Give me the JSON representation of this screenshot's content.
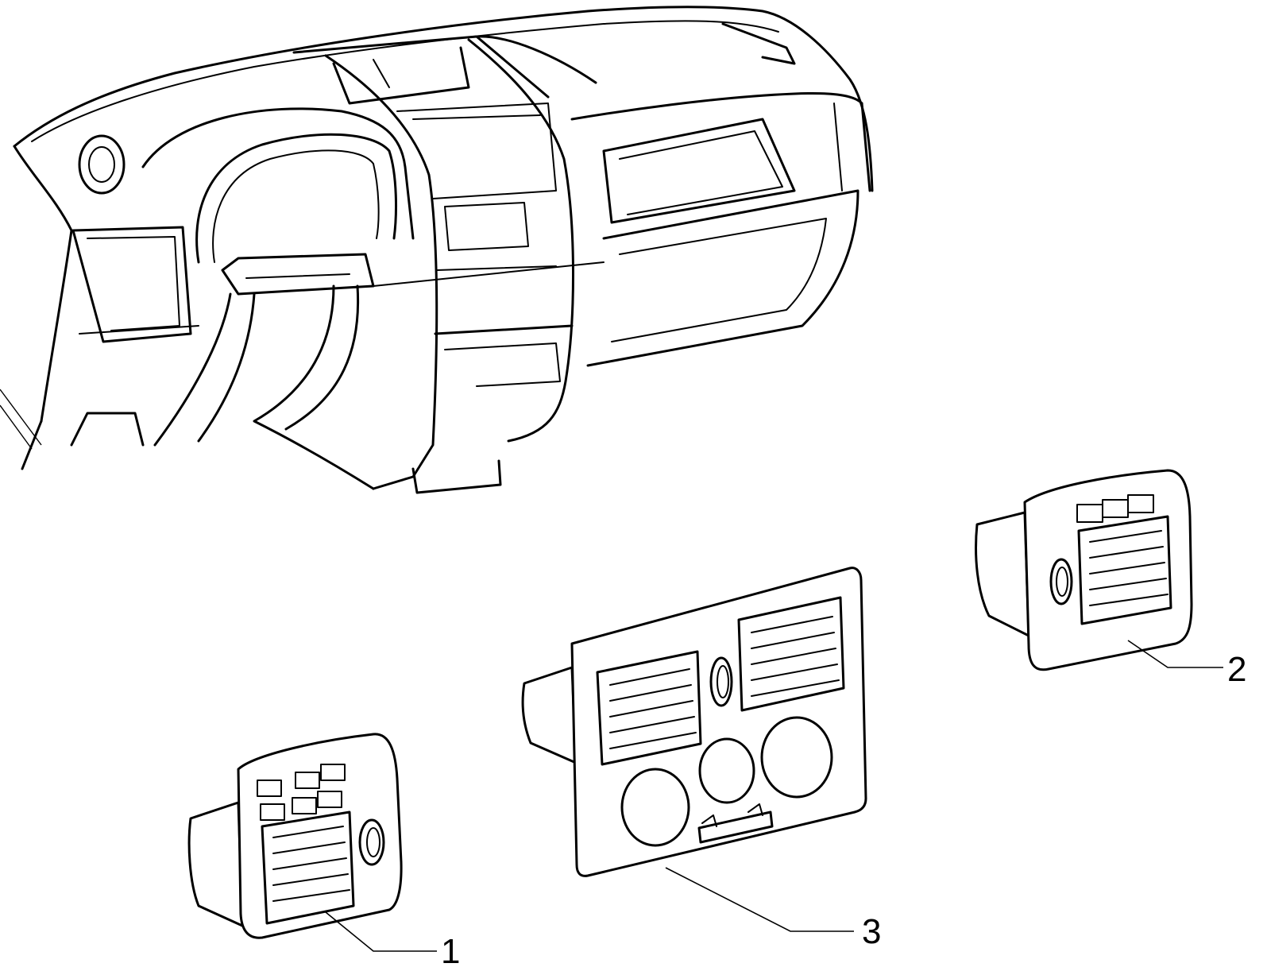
{
  "parts": [
    {
      "id": "part-1",
      "label": "1"
    },
    {
      "id": "part-2",
      "label": "2"
    },
    {
      "id": "part-3",
      "label": "3"
    }
  ]
}
